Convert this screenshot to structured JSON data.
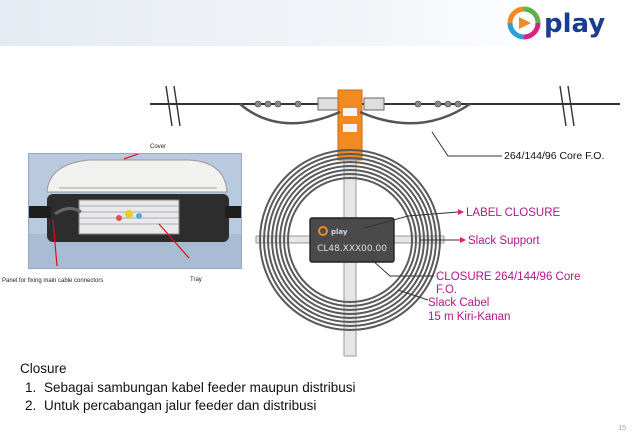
{
  "brand": {
    "name": "play",
    "colors": {
      "navy": "#1a3d8f",
      "orange": "#f28a22",
      "green": "#5fb14a",
      "magenta": "#d6237f"
    }
  },
  "photo": {
    "cover_label": "Cover",
    "panel_label": "Panel for fixing main cable connectors",
    "tray_label": "Tray"
  },
  "diagram": {
    "core_label": "264/144/96 Core F.O.",
    "label_closure": "LABEL CLOSURE",
    "slack_support": "Slack Support",
    "closure_line1": "CLOSURE 264/144/96 Core",
    "closure_line2": "F.O.",
    "slack_cabel_line1": "Slack Cabel",
    "slack_cabel_line2": "15 m Kiri-Kanan",
    "box_code": "CL48.XXX00.00",
    "box_logo": "play"
  },
  "caption": {
    "title": "Closure",
    "items": [
      "Sebagai sambungan kabel feeder maupun distribusi",
      "Untuk percabangan jalur  feeder dan distribusi"
    ]
  },
  "page_number": "15"
}
